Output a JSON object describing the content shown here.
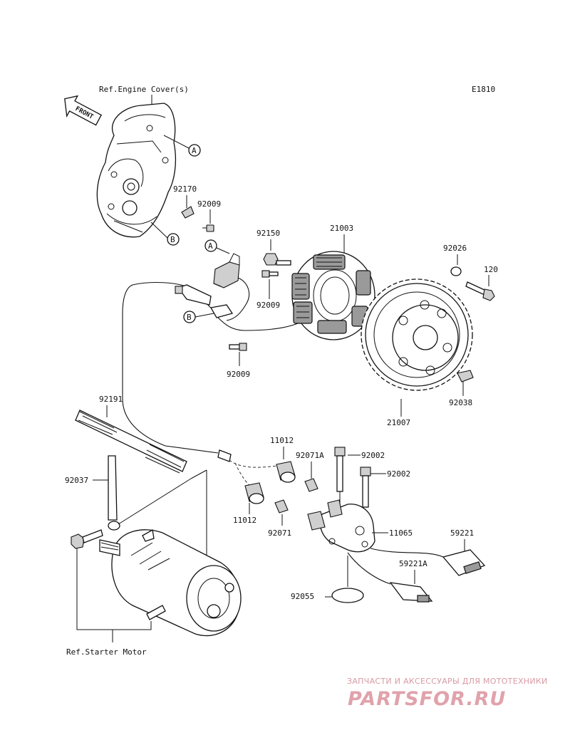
{
  "diagram_code": "E1810",
  "front_label": "FRONT",
  "refs": {
    "engine_cover": "Ref.Engine Cover(s)",
    "starter_motor": "Ref.Starter Motor"
  },
  "callouts": {
    "a": "A",
    "b": "B"
  },
  "parts": {
    "p92170": "92170",
    "p92009_top": "92009",
    "p92150": "92150",
    "p21003": "21003",
    "p92026": "92026",
    "p120": "120",
    "p92009_mid": "92009",
    "p92009_low": "92009",
    "p92038": "92038",
    "p21007": "21007",
    "p92191": "92191",
    "p11012_top": "11012",
    "p92071A": "92071A",
    "p92002_top": "92002",
    "p92002_low": "92002",
    "p92037": "92037",
    "p11012_low": "11012",
    "p92071": "92071",
    "p11065": "11065",
    "p59221": "59221",
    "p59221A": "59221A",
    "p92055": "92055"
  },
  "watermark": {
    "tagline": "ЗАПЧАСТИ И АКСЕССУАРЫ ДЛЯ МОТОТЕХНИКИ",
    "brand": "PARTSFOR.RU"
  }
}
